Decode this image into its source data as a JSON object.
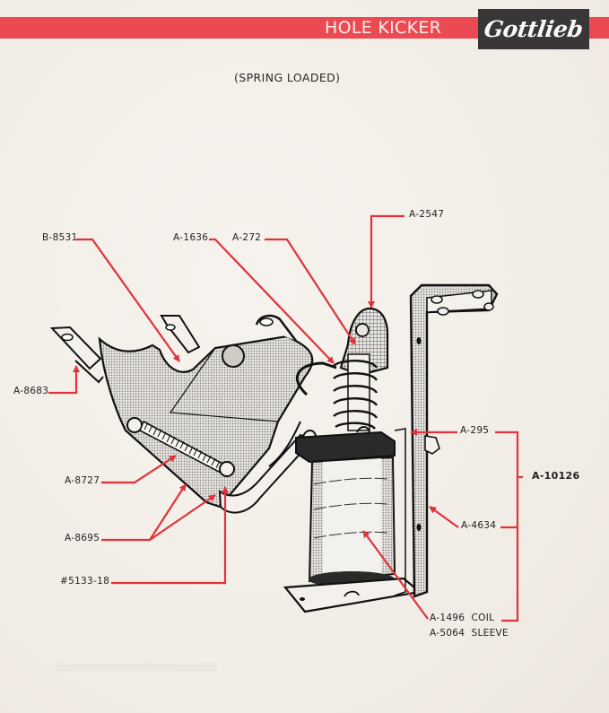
{
  "header": {
    "title": "HOLE KICKER",
    "brand": "Gottlieb",
    "subtitle": "(SPRING LOADED)",
    "banner_color": "#ec4a52",
    "callout_color": "#e0333d"
  },
  "callouts": {
    "b8531": "B-8531",
    "a1636": "A-1636",
    "a272": "A-272",
    "a2547": "A-2547",
    "a8683": "A-8683",
    "a8727": "A-8727",
    "a8695": "A-8695",
    "n5133": "#5133-18",
    "a295": "A-295",
    "a4634": "A-4634",
    "a1496": "A-1496  COIL",
    "a5064": "A-5064  SLEEVE",
    "assembly": "A-10126"
  }
}
